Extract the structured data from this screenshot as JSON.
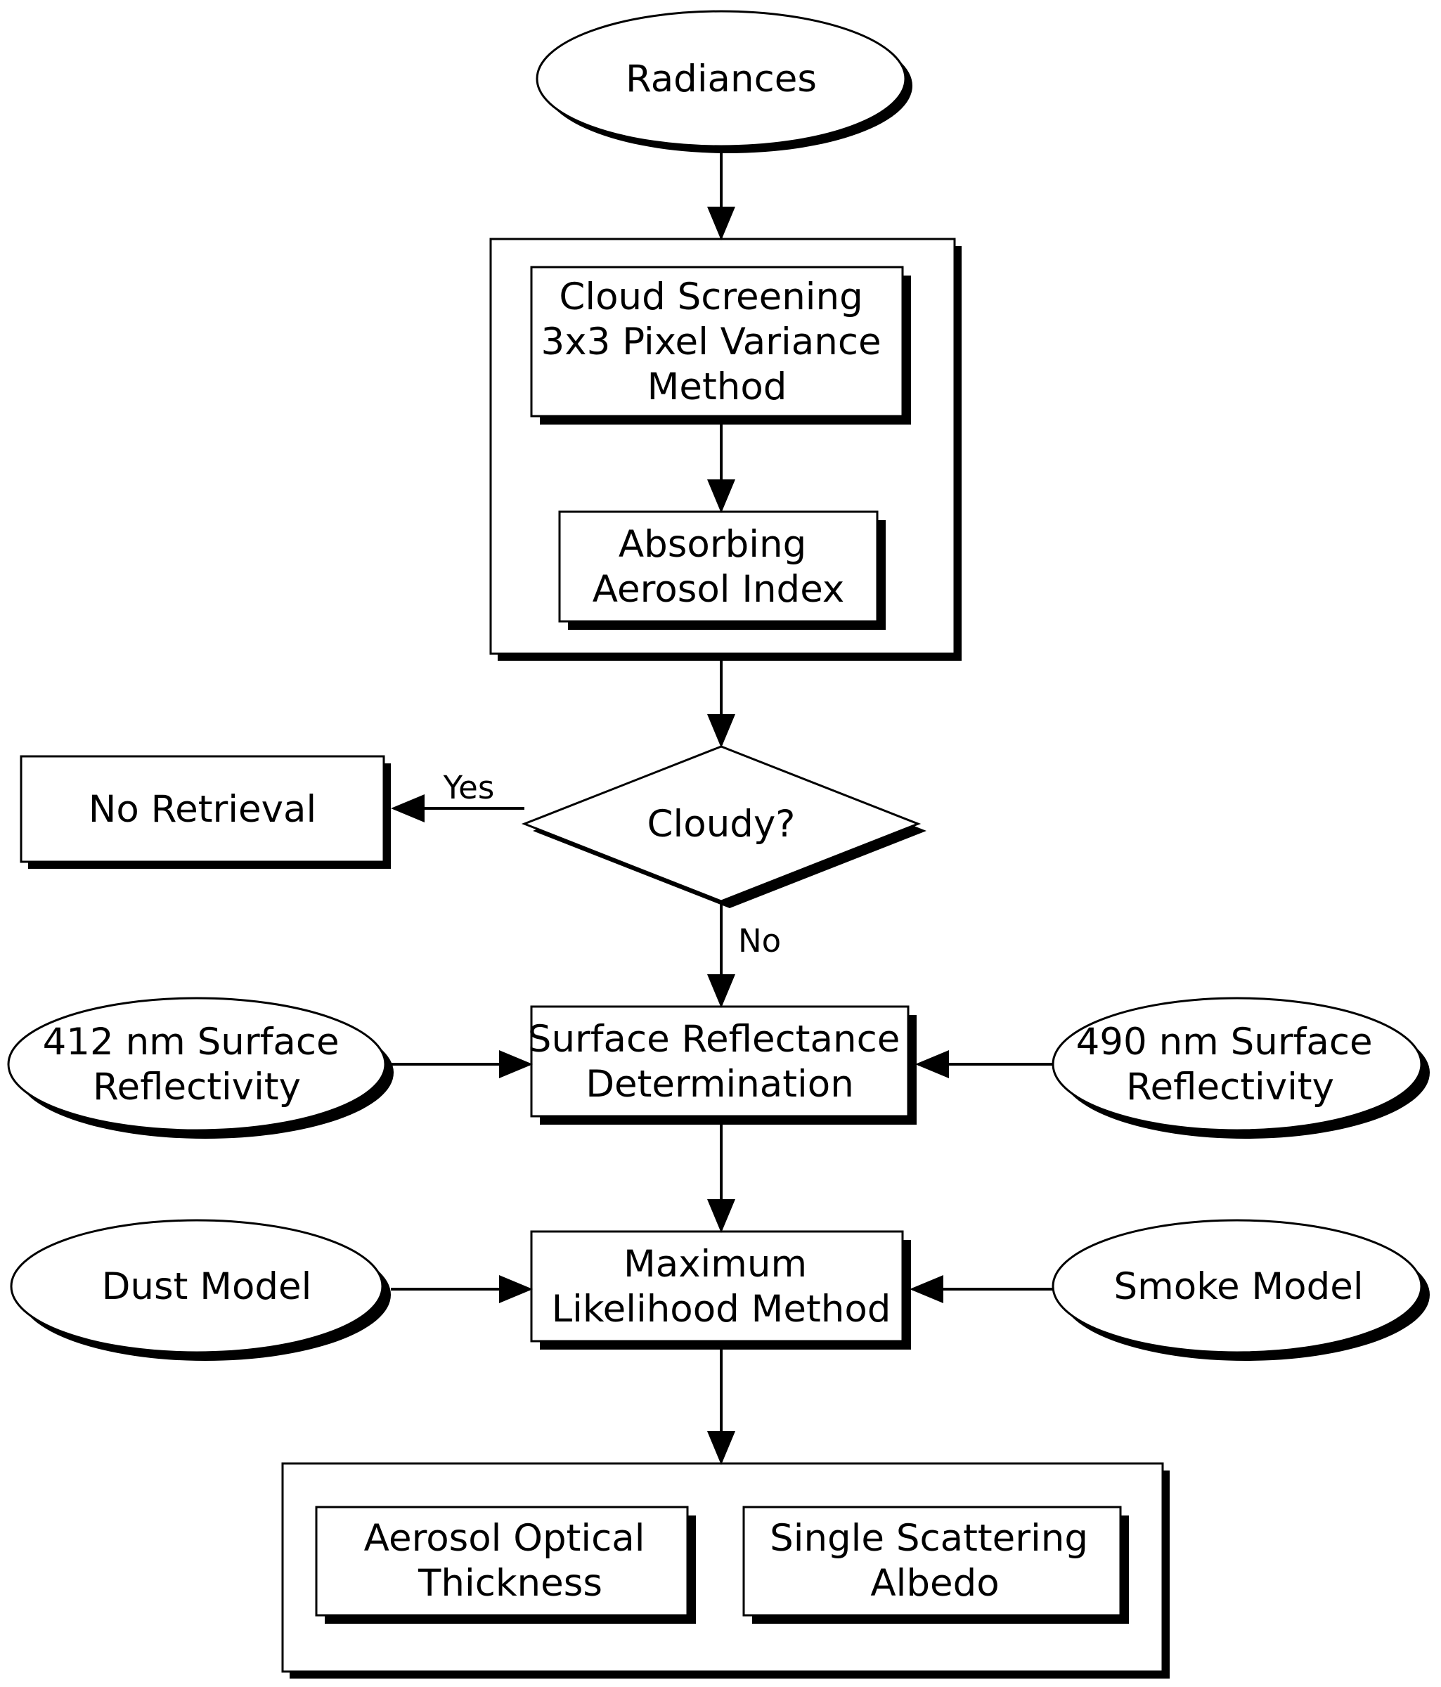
{
  "nodes": {
    "radiances": {
      "lines": [
        "Radiances"
      ]
    },
    "cloud_screening": {
      "lines": [
        "Cloud Screening",
        "3x3 Pixel Variance",
        "Method"
      ]
    },
    "absorbing_aerosol_index": {
      "lines": [
        "Absorbing",
        "Aerosol Index"
      ]
    },
    "cloudy_decision": {
      "lines": [
        "Cloudy?"
      ]
    },
    "no_retrieval": {
      "lines": [
        "No Retrieval"
      ]
    },
    "surface_412": {
      "lines": [
        "412 nm Surface",
        "Reflectivity"
      ]
    },
    "surface_reflectance": {
      "lines": [
        "Surface Reflectance",
        "Determination"
      ]
    },
    "surface_490": {
      "lines": [
        "490 nm Surface",
        "Reflectivity"
      ]
    },
    "dust_model": {
      "lines": [
        "Dust Model"
      ]
    },
    "maximum_likelihood": {
      "lines": [
        "Maximum",
        "Likelihood Method"
      ]
    },
    "smoke_model": {
      "lines": [
        "Smoke Model"
      ]
    },
    "aerosol_optical_thickness": {
      "lines": [
        "Aerosol Optical",
        "Thickness"
      ]
    },
    "single_scattering_albedo": {
      "lines": [
        "Single Scattering",
        "Albedo"
      ]
    }
  },
  "edge_labels": {
    "yes": "Yes",
    "no": "No"
  },
  "colors": {
    "stroke": "#000000",
    "fill": "#ffffff"
  }
}
